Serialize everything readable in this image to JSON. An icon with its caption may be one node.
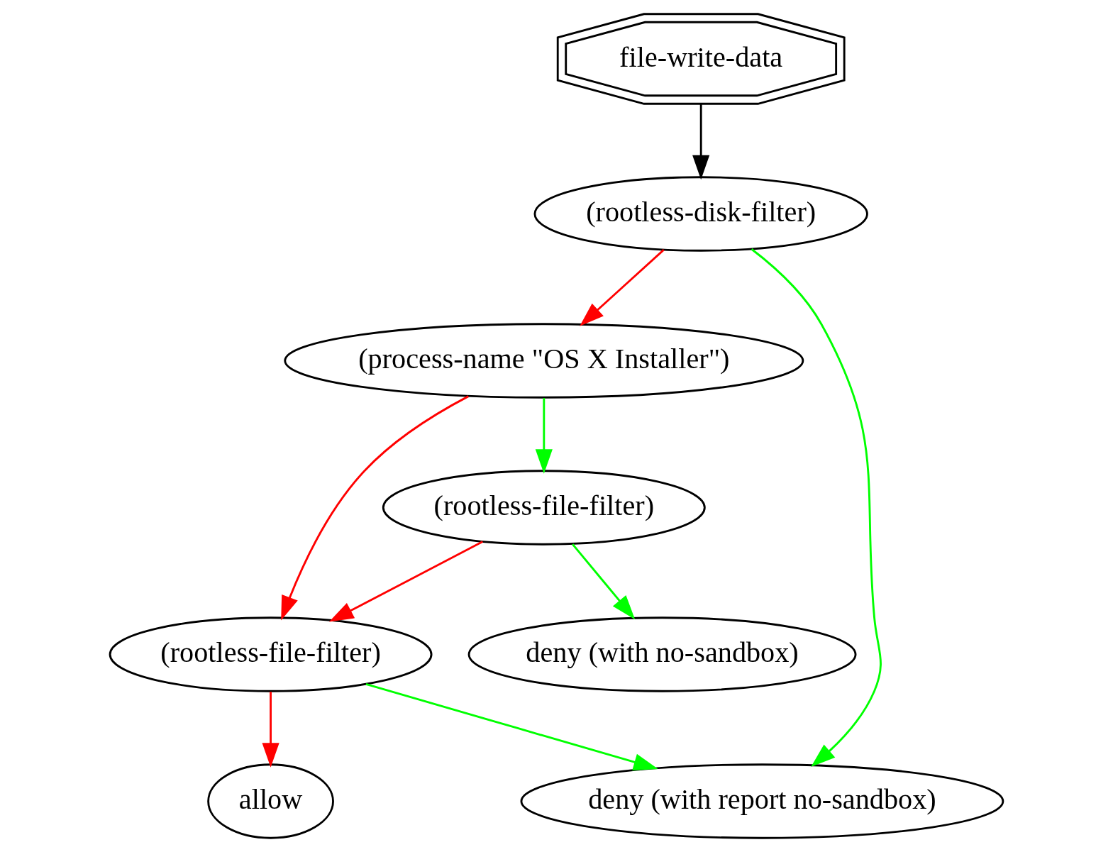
{
  "diagram": {
    "nodes": [
      {
        "text": [
          "file-write-data"
        ]
      },
      {
        "text": [
          "(rootless-disk-filter)"
        ]
      },
      {
        "text": [
          "(process-name \"OS X Installer\")"
        ]
      },
      {
        "text": [
          "(rootless-file-filter)"
        ]
      },
      {
        "text": [
          "(rootless-file-filter)"
        ]
      },
      {
        "text": [
          "deny (with no-sandbox)"
        ]
      },
      {
        "text": [
          "deny (with report no-sandbox)"
        ]
      },
      {
        "text": [
          "allow"
        ]
      }
    ],
    "edges": [
      {
        "from": 0,
        "to": 1,
        "arrow": "to",
        "color": "#000000"
      },
      {
        "from": 1,
        "to": 6,
        "arrow": "to",
        "color": "#00ff00"
      },
      {
        "from": 1,
        "to": 2,
        "arrow": "to",
        "color": "#ff0000"
      },
      {
        "from": 2,
        "to": 4,
        "arrow": "to",
        "color": "#ff0000"
      },
      {
        "from": 2,
        "to": 3,
        "arrow": "to",
        "color": "#00ff00"
      },
      {
        "from": 3,
        "to": 4,
        "arrow": "to",
        "color": "#ff0000"
      },
      {
        "from": 3,
        "to": 5,
        "arrow": "to",
        "color": "#00ff00"
      },
      {
        "from": 4,
        "to": 6,
        "arrow": "to",
        "color": "#00ff00"
      },
      {
        "from": 4,
        "to": 7,
        "arrow": "to",
        "color": "#ff0000"
      }
    ]
  }
}
